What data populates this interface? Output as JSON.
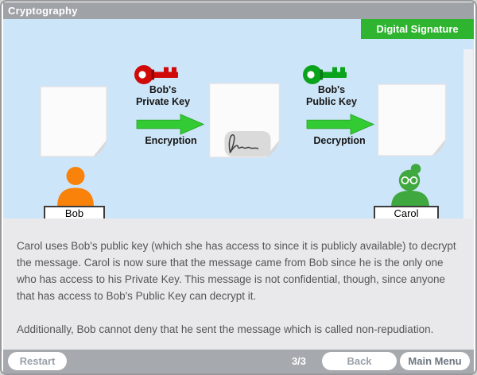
{
  "header": {
    "title": "Cryptography"
  },
  "topic_badge": {
    "label": "Digital Signature"
  },
  "diagram": {
    "sender": {
      "name": "Bob"
    },
    "receiver": {
      "name": "Carol"
    },
    "encryption_step": {
      "key_name_line1": "Bob's",
      "key_name_line2": "Private Key",
      "arrow_label": "Encryption"
    },
    "decryption_step": {
      "key_name_line1": "Bob's",
      "key_name_line2": "Public Key",
      "arrow_label": "Decryption"
    }
  },
  "narration": {
    "paragraph1": "Carol uses Bob's public key (which she has access to since it is publicly available) to decrypt the message. Carol is now sure that the message came from Bob since he is the only one who has access to his Private Key. This message is not confidential, though, since anyone that has access to Bob's Public Key can decrypt it.",
    "paragraph2": "Additionally, Bob cannot deny that he sent the message which is called non-repudiation."
  },
  "footer": {
    "restart_label": "Restart",
    "page_indicator": "3/3",
    "back_label": "Back",
    "main_menu_label": "Main Menu"
  },
  "icons": {
    "private_key": "key-icon",
    "public_key": "key-icon",
    "encryption_arrow": "arrow-right-icon",
    "decryption_arrow": "arrow-right-icon",
    "documents": "document-icon",
    "signature": "signature-icon",
    "bob": "person-icon",
    "carol": "person-icon"
  },
  "colors": {
    "title_bar": "#9fa2a6",
    "stage_blue": "#cde5f8",
    "badge_green": "#2eb42e",
    "arrow_green": "#33cb33",
    "private_key_red": "#d00909",
    "public_key_green": "#0aa31c",
    "bob_orange": "#f8820a",
    "carol_green": "#3fa83f",
    "narration_bg": "#e9e9eb",
    "footer_bar": "#a6a9ad"
  }
}
